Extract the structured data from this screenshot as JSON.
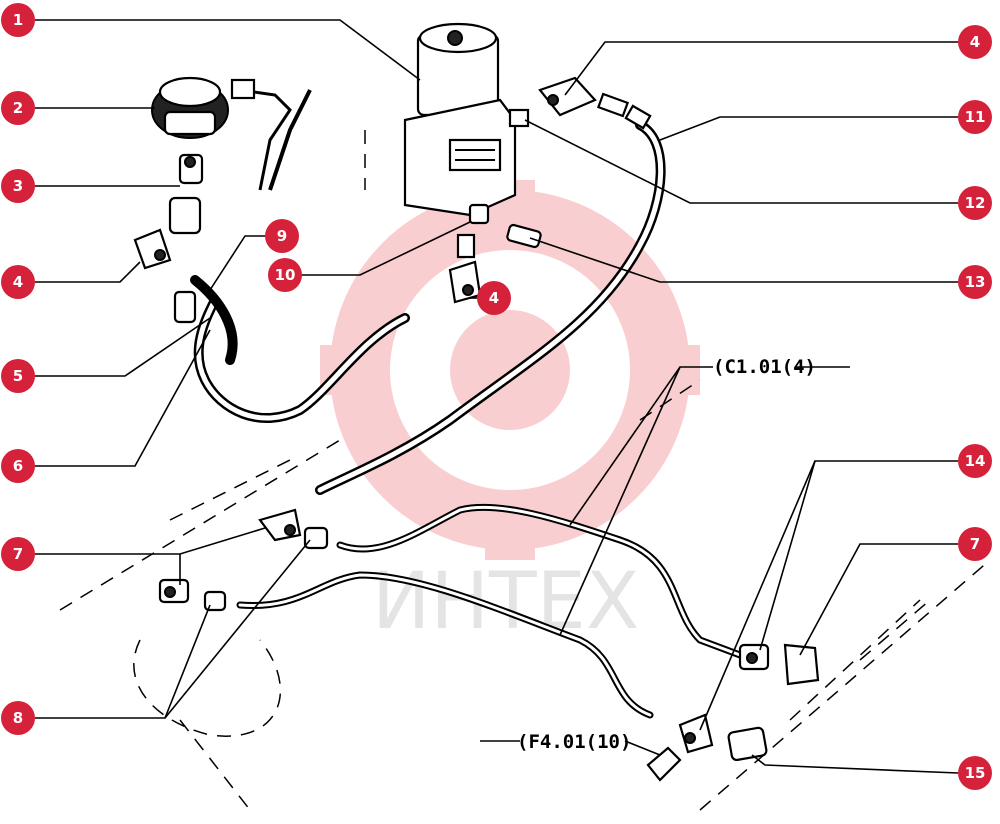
{
  "references": {
    "c101": "(C1.01(4)",
    "f401": "(F4.01(10)"
  },
  "watermark": {
    "text": "ИНТЕХ",
    "color": "#e8242f"
  },
  "callout_color": "#d6213b",
  "callouts": [
    {
      "id": "c1",
      "label": "1"
    },
    {
      "id": "c2",
      "label": "2"
    },
    {
      "id": "c3",
      "label": "3"
    },
    {
      "id": "c4a",
      "label": "4"
    },
    {
      "id": "c4b",
      "label": "4"
    },
    {
      "id": "c4c",
      "label": "4"
    },
    {
      "id": "c5",
      "label": "5"
    },
    {
      "id": "c6",
      "label": "6"
    },
    {
      "id": "c7a",
      "label": "7"
    },
    {
      "id": "c7b",
      "label": "7"
    },
    {
      "id": "c8",
      "label": "8"
    },
    {
      "id": "c9",
      "label": "9"
    },
    {
      "id": "c10",
      "label": "10"
    },
    {
      "id": "c11",
      "label": "11"
    },
    {
      "id": "c12",
      "label": "12"
    },
    {
      "id": "c13",
      "label": "13"
    },
    {
      "id": "c14",
      "label": "14"
    },
    {
      "id": "c15",
      "label": "15"
    }
  ]
}
